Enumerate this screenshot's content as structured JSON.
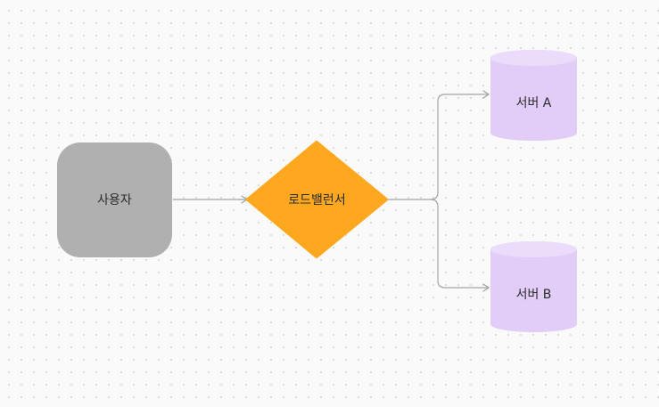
{
  "nodes": {
    "user": {
      "label": "사용자",
      "shape": "rounded-rectangle",
      "color": "#b0b0b0"
    },
    "load_balancer": {
      "label": "로드밸런서",
      "shape": "diamond",
      "color": "#ffa81f"
    },
    "server_a": {
      "label": "서버 A",
      "shape": "cylinder",
      "color": "#e2cdf8"
    },
    "server_b": {
      "label": "서버 B",
      "shape": "cylinder",
      "color": "#e2cdf8"
    }
  },
  "edges": [
    {
      "from": "user",
      "to": "load_balancer"
    },
    {
      "from": "load_balancer",
      "to": "server_a"
    },
    {
      "from": "load_balancer",
      "to": "server_b"
    }
  ],
  "colors": {
    "connector": "#a3a3a3",
    "background": "#fafafa",
    "grid_dot": "#d2d2d2"
  }
}
